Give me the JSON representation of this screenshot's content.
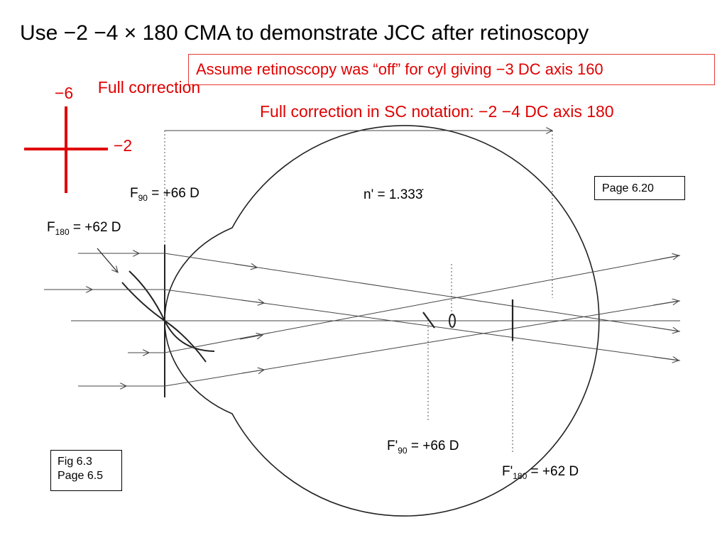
{
  "title": "Use −2 −4 × 180 CMA to demonstrate JCC after retinoscopy",
  "assumption": "Assume retinoscopy was “off” for cyl giving −3 DC axis 160",
  "full_correction_label": "Full correction",
  "sc_notation": "Full correction in SC notation:  −2 −4 DC axis 180",
  "power_cross": {
    "vertical_power": "−6",
    "horizontal_power": "−2"
  },
  "page_ref": "Page 6.20",
  "fig_ref": {
    "fig": "Fig 6.3",
    "page": "Page 6.5"
  },
  "labels": {
    "f90": {
      "symbol": "F",
      "sub": "90",
      "value": " = +66 D"
    },
    "f180": {
      "symbol": "F",
      "sub": "180",
      "value": " = +62 D"
    },
    "index": "n' = 1.333̇",
    "f90_prime": {
      "symbol": "F'",
      "sub": "90",
      "value": "  = +66 D"
    },
    "f180_prime": {
      "symbol": "F'",
      "sub": "180",
      "value": "  = +62 D"
    }
  },
  "colors": {
    "accent": "#e00000",
    "ink": "#000000",
    "box_border": "#e53935"
  }
}
